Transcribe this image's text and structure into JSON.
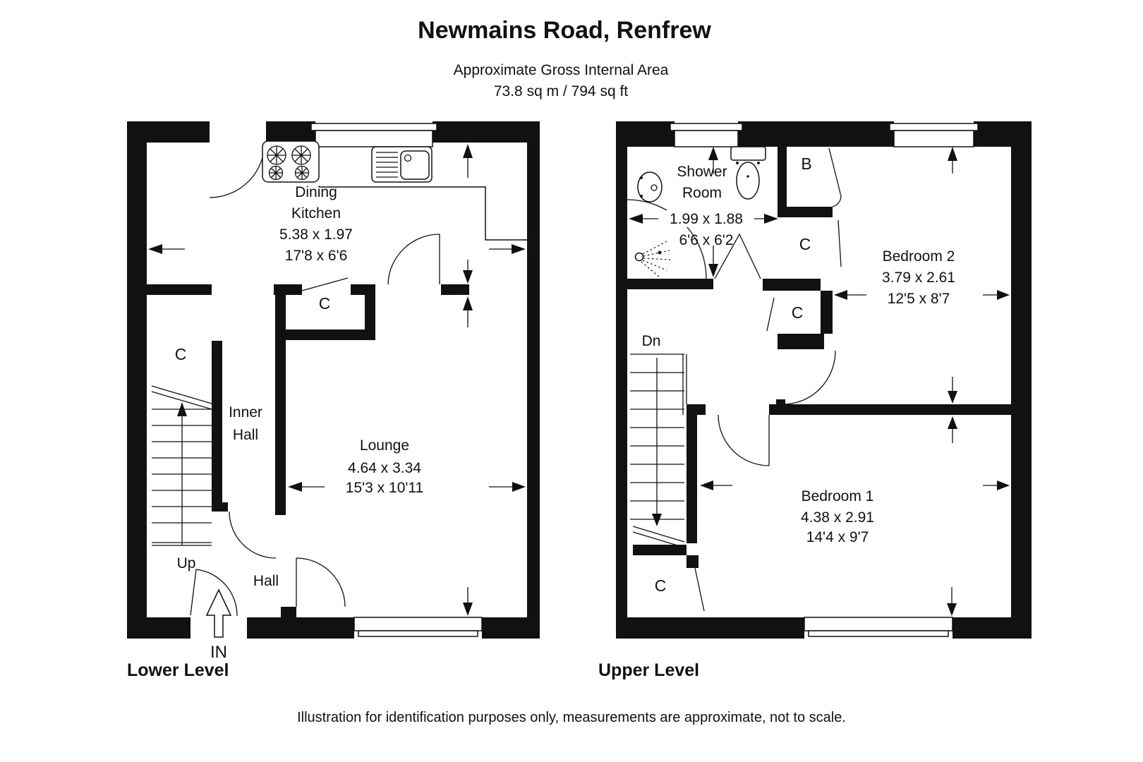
{
  "header": {
    "title": "Newmains Road, Renfrew",
    "subtitle1": "Approximate Gross Internal Area",
    "subtitle2": "73.8 sq m / 794 sq ft"
  },
  "footer": {
    "note": "Illustration for identification purposes only, measurements are approximate, not to scale."
  },
  "colors": {
    "wall": "#111111",
    "background": "#ffffff"
  },
  "lower": {
    "label": "Lower Level",
    "dining_kitchen": {
      "line1": "Dining",
      "line2": "Kitchen",
      "metric": "5.38 x 1.97",
      "imperial": "17'8 x 6'6"
    },
    "lounge": {
      "name": "Lounge",
      "metric": "4.64 x 3.34",
      "imperial": "15'3 x 10'11"
    },
    "inner_hall": {
      "line1": "Inner",
      "line2": "Hall"
    },
    "hall": {
      "name": "Hall"
    },
    "cupboard_left": {
      "label": "C"
    },
    "cupboard_center": {
      "label": "C"
    },
    "stairs": {
      "label": "Up"
    },
    "entrance": {
      "label": "IN"
    }
  },
  "upper": {
    "label": "Upper Level",
    "shower_room": {
      "line1": "Shower",
      "line2": "Room",
      "metric": "1.99 x 1.88",
      "imperial": "6'6 x 6'2"
    },
    "bedroom2": {
      "name": "Bedroom 2",
      "metric": "3.79 x 2.61",
      "imperial": "12'5 x 8'7"
    },
    "bedroom1": {
      "name": "Bedroom 1",
      "metric": "4.38 x 2.91",
      "imperial": "14'4 x 9'7"
    },
    "boiler": {
      "label": "B"
    },
    "cupboard_top": {
      "label": "C"
    },
    "cupboard_mid": {
      "label": "C"
    },
    "cupboard_bottom": {
      "label": "C"
    },
    "stairs": {
      "label": "Dn"
    }
  }
}
